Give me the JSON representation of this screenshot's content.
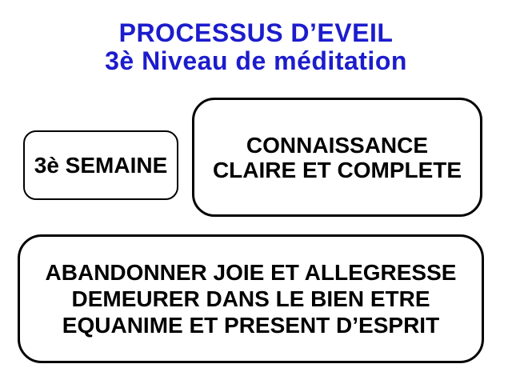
{
  "slide": {
    "title": {
      "line1": "PROCESSUS D’EVEIL",
      "line2": "3è Niveau de méditation"
    },
    "boxes": {
      "semaine": {
        "label": "3è SEMAINE"
      },
      "connaissance": {
        "line1": "CONNAISSANCE",
        "line2": "CLAIRE ET COMPLETE"
      },
      "abandon": {
        "line1": "ABANDONNER JOIE ET ALLEGRESSE",
        "line2": "DEMEURER DANS LE BIEN ETRE",
        "line3": "EQUANIME ET PRESENT D’ESPRIT"
      }
    },
    "colors": {
      "title_text": "#1c1ccd",
      "box_border": "#000000",
      "box_text": "#000000",
      "background": "#ffffff"
    }
  }
}
